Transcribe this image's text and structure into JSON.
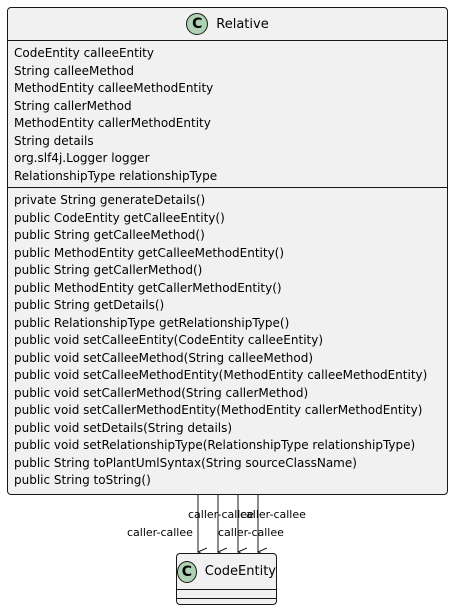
{
  "relative": {
    "name": "Relative",
    "stereotype_letter": "C",
    "fields": [
      "CodeEntity calleeEntity",
      "String calleeMethod",
      "MethodEntity calleeMethodEntity",
      "String callerMethod",
      "MethodEntity callerMethodEntity",
      "String details",
      "org.slf4j.Logger logger",
      "RelationshipType relationshipType"
    ],
    "methods": [
      "private String generateDetails()",
      "public CodeEntity getCalleeEntity()",
      "public String getCalleeMethod()",
      "public MethodEntity getCalleeMethodEntity()",
      "public String getCallerMethod()",
      "public MethodEntity getCallerMethodEntity()",
      "public String getDetails()",
      "public RelationshipType getRelationshipType()",
      "public void setCalleeEntity(CodeEntity calleeEntity)",
      "public void setCalleeMethod(String calleeMethod)",
      "public void setCalleeMethodEntity(MethodEntity calleeMethodEntity)",
      "public void setCallerMethod(String callerMethod)",
      "public void setCallerMethodEntity(MethodEntity callerMethodEntity)",
      "public void setDetails(String details)",
      "public void setRelationshipType(RelationshipType relationshipType)",
      "public String toPlantUmlSyntax(String sourceClassName)",
      "public String toString()"
    ]
  },
  "code_entity": {
    "name": "CodeEntity",
    "stereotype_letter": "C"
  },
  "edges": [
    {
      "label": "caller-callee"
    },
    {
      "label": "caller-callee"
    },
    {
      "label": "caller-callee"
    },
    {
      "label": "caller-callee"
    }
  ],
  "colors": {
    "class_background": "#f1f1f1",
    "class_border": "#181818",
    "stereotype_circle": "#add1b2"
  }
}
